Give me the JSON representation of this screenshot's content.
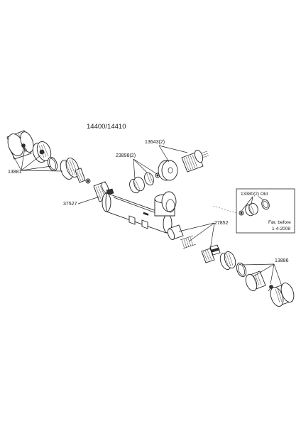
{
  "diagram": {
    "title": "14400/14410",
    "labels": {
      "p13881": "13881",
      "p37527": "37527",
      "p23898": "23898(2)",
      "p13643": "13643(2)",
      "p13380": "13380(2) Old",
      "p27852": "27852",
      "p13886": "13886",
      "note_line1": "Før, before",
      "note_line2": "1-4-2008"
    }
  }
}
